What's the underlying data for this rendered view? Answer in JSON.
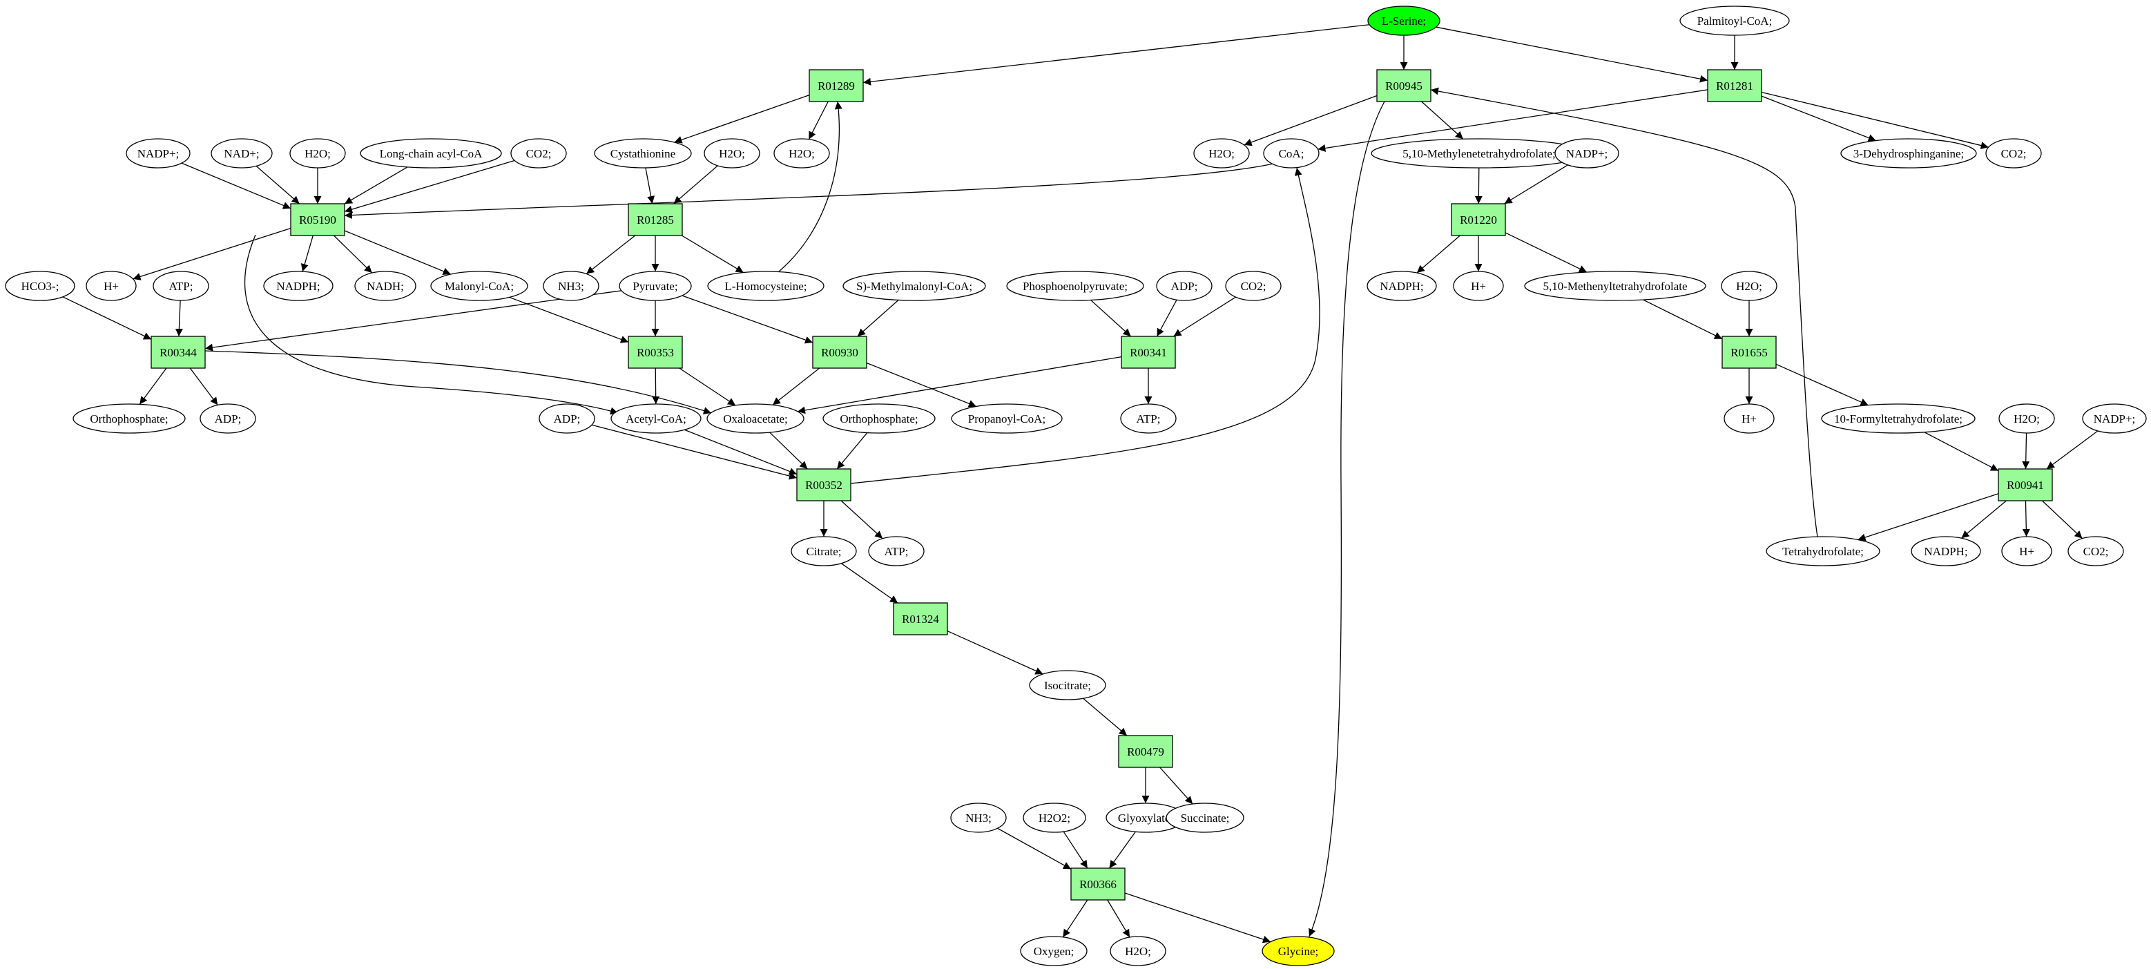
{
  "colors": {
    "reaction_fill": "#98fb98",
    "metabolite_fill": "#ffffff",
    "source_fill": "#00ff00",
    "target_fill": "#ffff00",
    "stroke": "#000000"
  },
  "reactions": {
    "R01289": "R01289",
    "R00945": "R00945",
    "R01281": "R01281",
    "R05190": "R05190",
    "R01285": "R01285",
    "R01220": "R01220",
    "R00344": "R00344",
    "R00353": "R00353",
    "R00930": "R00930",
    "R00341": "R00341",
    "R01655": "R01655",
    "R00352": "R00352",
    "R00941": "R00941",
    "R01324": "R01324",
    "R00479": "R00479",
    "R00366": "R00366"
  },
  "metabolites": {
    "l_serine": "L-Serine;",
    "glycine": "Glycine;",
    "palmitoyl_coa": "Palmitoyl-CoA;",
    "nadp_1": "NADP+;",
    "nad_1": "NAD+;",
    "h2o_1": "H2O;",
    "long_chain_acyl_coa": "Long-chain acyl-CoA",
    "co2_1": "CO2;",
    "cystathionine": "Cystathionine",
    "h2o_2": "H2O;",
    "h2o_3": "H2O;",
    "h2o_4": "H2O;",
    "coa": "CoA;",
    "methylene_thf": "5,10-Methylenetetrahydrofolate;",
    "nadp_2": "NADP+;",
    "dehydrosphinganine": "3-Dehydrosphinganine;",
    "co2_2": "CO2;",
    "hco3": "HCO3-;",
    "h_1": "H+",
    "atp_1": "ATP;",
    "nadph_1": "NADPH;",
    "nadh": "NADH;",
    "malonyl_coa": "Malonyl-CoA;",
    "nh3_1": "NH3;",
    "pyruvate": "Pyruvate;",
    "l_homocysteine": "L-Homocysteine;",
    "methylmalonyl_coa": "S)-Methylmalonyl-CoA;",
    "pep": "Phosphoenolpyruvate;",
    "adp_1": "ADP;",
    "co2_3": "CO2;",
    "nadph_2": "NADPH;",
    "h_2": "H+",
    "methenyl_thf": "5,10-Methenyltetrahydrofolate",
    "h2o_5": "H2O;",
    "orthophosphate_1": "Orthophosphate;",
    "adp_2": "ADP;",
    "adp_3": "ADP;",
    "acetyl_coa": "Acetyl-CoA;",
    "oxaloacetate": "Oxaloacetate;",
    "orthophosphate_2": "Orthophosphate;",
    "propanoyl_coa": "Propanoyl-CoA;",
    "atp_2": "ATP;",
    "h_3": "H+",
    "formyl_thf": "10-Formyltetrahydrofolate;",
    "h2o_6": "H2O;",
    "nadp_3": "NADP+;",
    "citrate": "Citrate;",
    "atp_3": "ATP;",
    "thf": "Tetrahydrofolate;",
    "nadph_3": "NADPH;",
    "h_4": "H+",
    "co2_4": "CO2;",
    "isocitrate": "Isocitrate;",
    "glyoxylate": "Glyoxylate;",
    "succinate": "Succinate;",
    "nh3_2": "NH3;",
    "h2o2": "H2O2;",
    "oxygen": "Oxygen;",
    "h2o_7": "H2O;"
  }
}
